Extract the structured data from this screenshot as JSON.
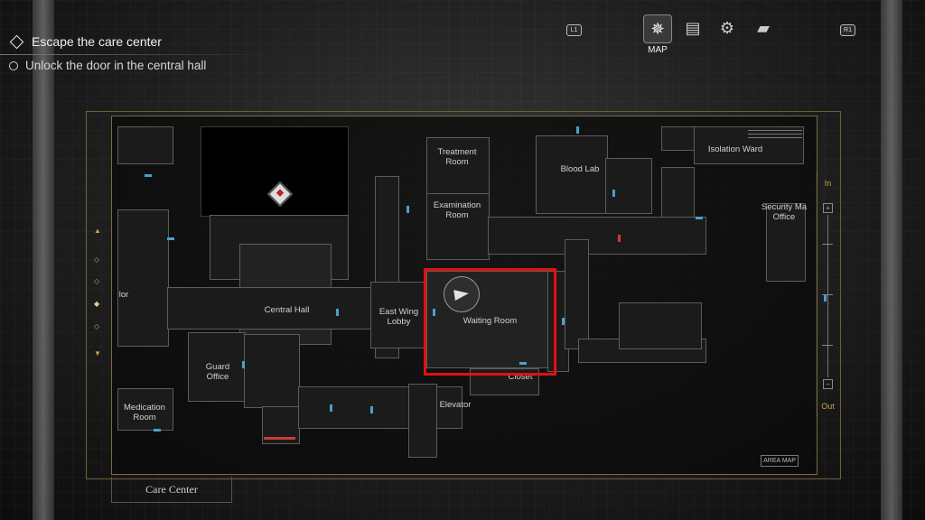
{
  "objectives": {
    "main": "Escape the care center",
    "sub": "Unlock the door in the central hall"
  },
  "tabs": {
    "left_button": "L1",
    "right_button": "R1",
    "active_label": "MAP",
    "items": [
      "compass-icon",
      "files-icon",
      "gears-icon",
      "inventory-icon"
    ]
  },
  "map": {
    "area_name": "Care Center",
    "rooms": {
      "treatment": "Treatment Room",
      "examination": "Examination Room",
      "blood_lab": "Blood Lab",
      "isolation": "Isolation Ward",
      "security": "Security Ma Office",
      "central_hall": "Central Hall",
      "east_wing": "East Wing Lobby",
      "waiting": "Waiting Room",
      "closet": "Closet",
      "guard": "Guard Office",
      "medication": "Medication Room",
      "elevator": "Elevator",
      "partial_left": "lor"
    },
    "area_map_button": "AREA MAP",
    "zoom_in": "In",
    "zoom_out": "Out",
    "colors": {
      "door": "#4aa0d0",
      "locked_door": "#d03a3a",
      "highlight": "#e31010",
      "frame": "#7a6a46"
    }
  }
}
